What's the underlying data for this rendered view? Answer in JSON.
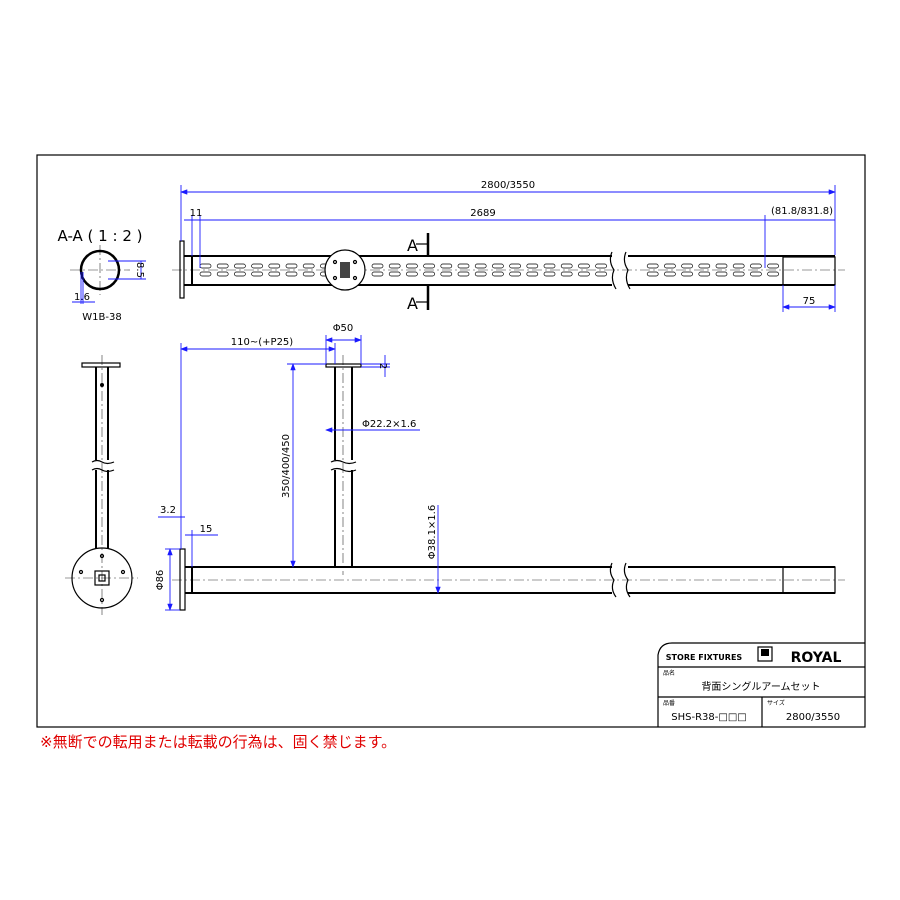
{
  "section": {
    "title": "A-A ( 1 : 2 )",
    "dim_height": "8.5",
    "dim_thickness": "1.6",
    "part": "W1B-38"
  },
  "top_view": {
    "overall": "2800/3550",
    "offset": "11",
    "slot_span": "2689",
    "end_span": "(81.8/831.8)",
    "cap": "75",
    "section_marker": "A"
  },
  "front_view": {
    "arm_position": "110~(+P25)",
    "flange_dia": "Φ50",
    "flange_thick": "2",
    "arm_length": "350/400/450",
    "arm_pipe": "Φ22.2×1.6",
    "main_pipe": "Φ38.1×1.6",
    "plate_thick": "3.2",
    "plate_offset": "15",
    "base_dia": "Φ86"
  },
  "title_block": {
    "brand_label": "STORE FIXTURES",
    "logo": "ROYAL",
    "name_label": "品名",
    "name": "背面シングルアームセット",
    "code_label": "品番",
    "code": "SHS-R38-□□□",
    "size_label": "サイズ",
    "size": "2800/3550"
  },
  "note": "※無断での転用または転載の行為は、固く禁じます。"
}
